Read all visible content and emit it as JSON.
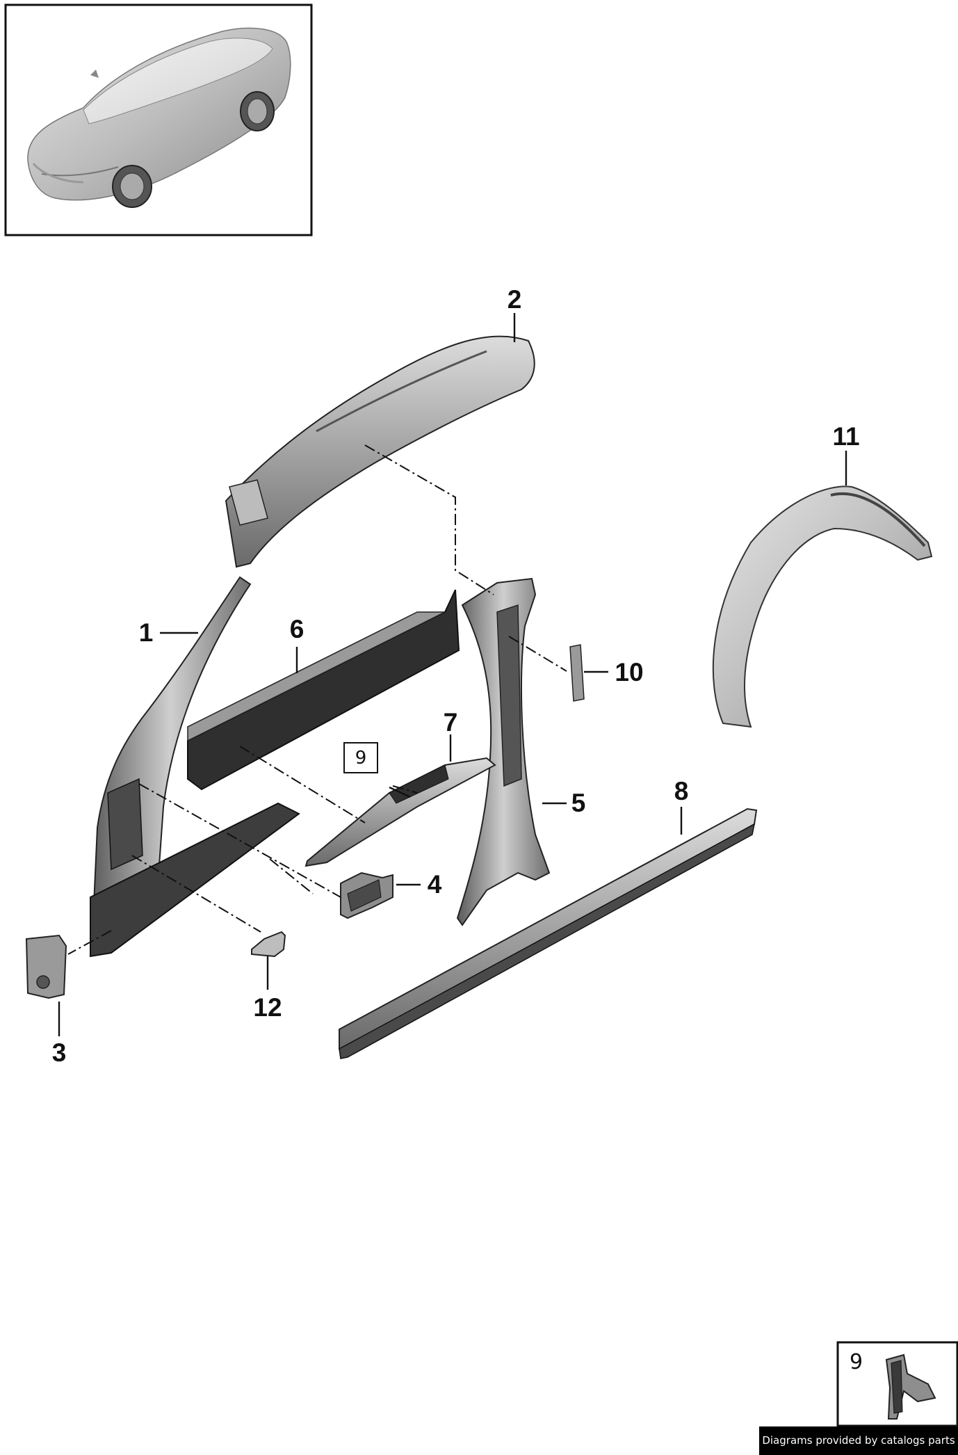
{
  "callouts": {
    "c1": "1",
    "c2": "2",
    "c3": "3",
    "c4": "4",
    "c5": "5",
    "c6": "6",
    "c7": "7",
    "c8": "8",
    "c9_boxed": "9",
    "c10": "10",
    "c11": "11",
    "c12": "12"
  },
  "detail_inset": {
    "label": "9"
  },
  "footer": {
    "text": "Diagrams provided by catalogs parts"
  }
}
